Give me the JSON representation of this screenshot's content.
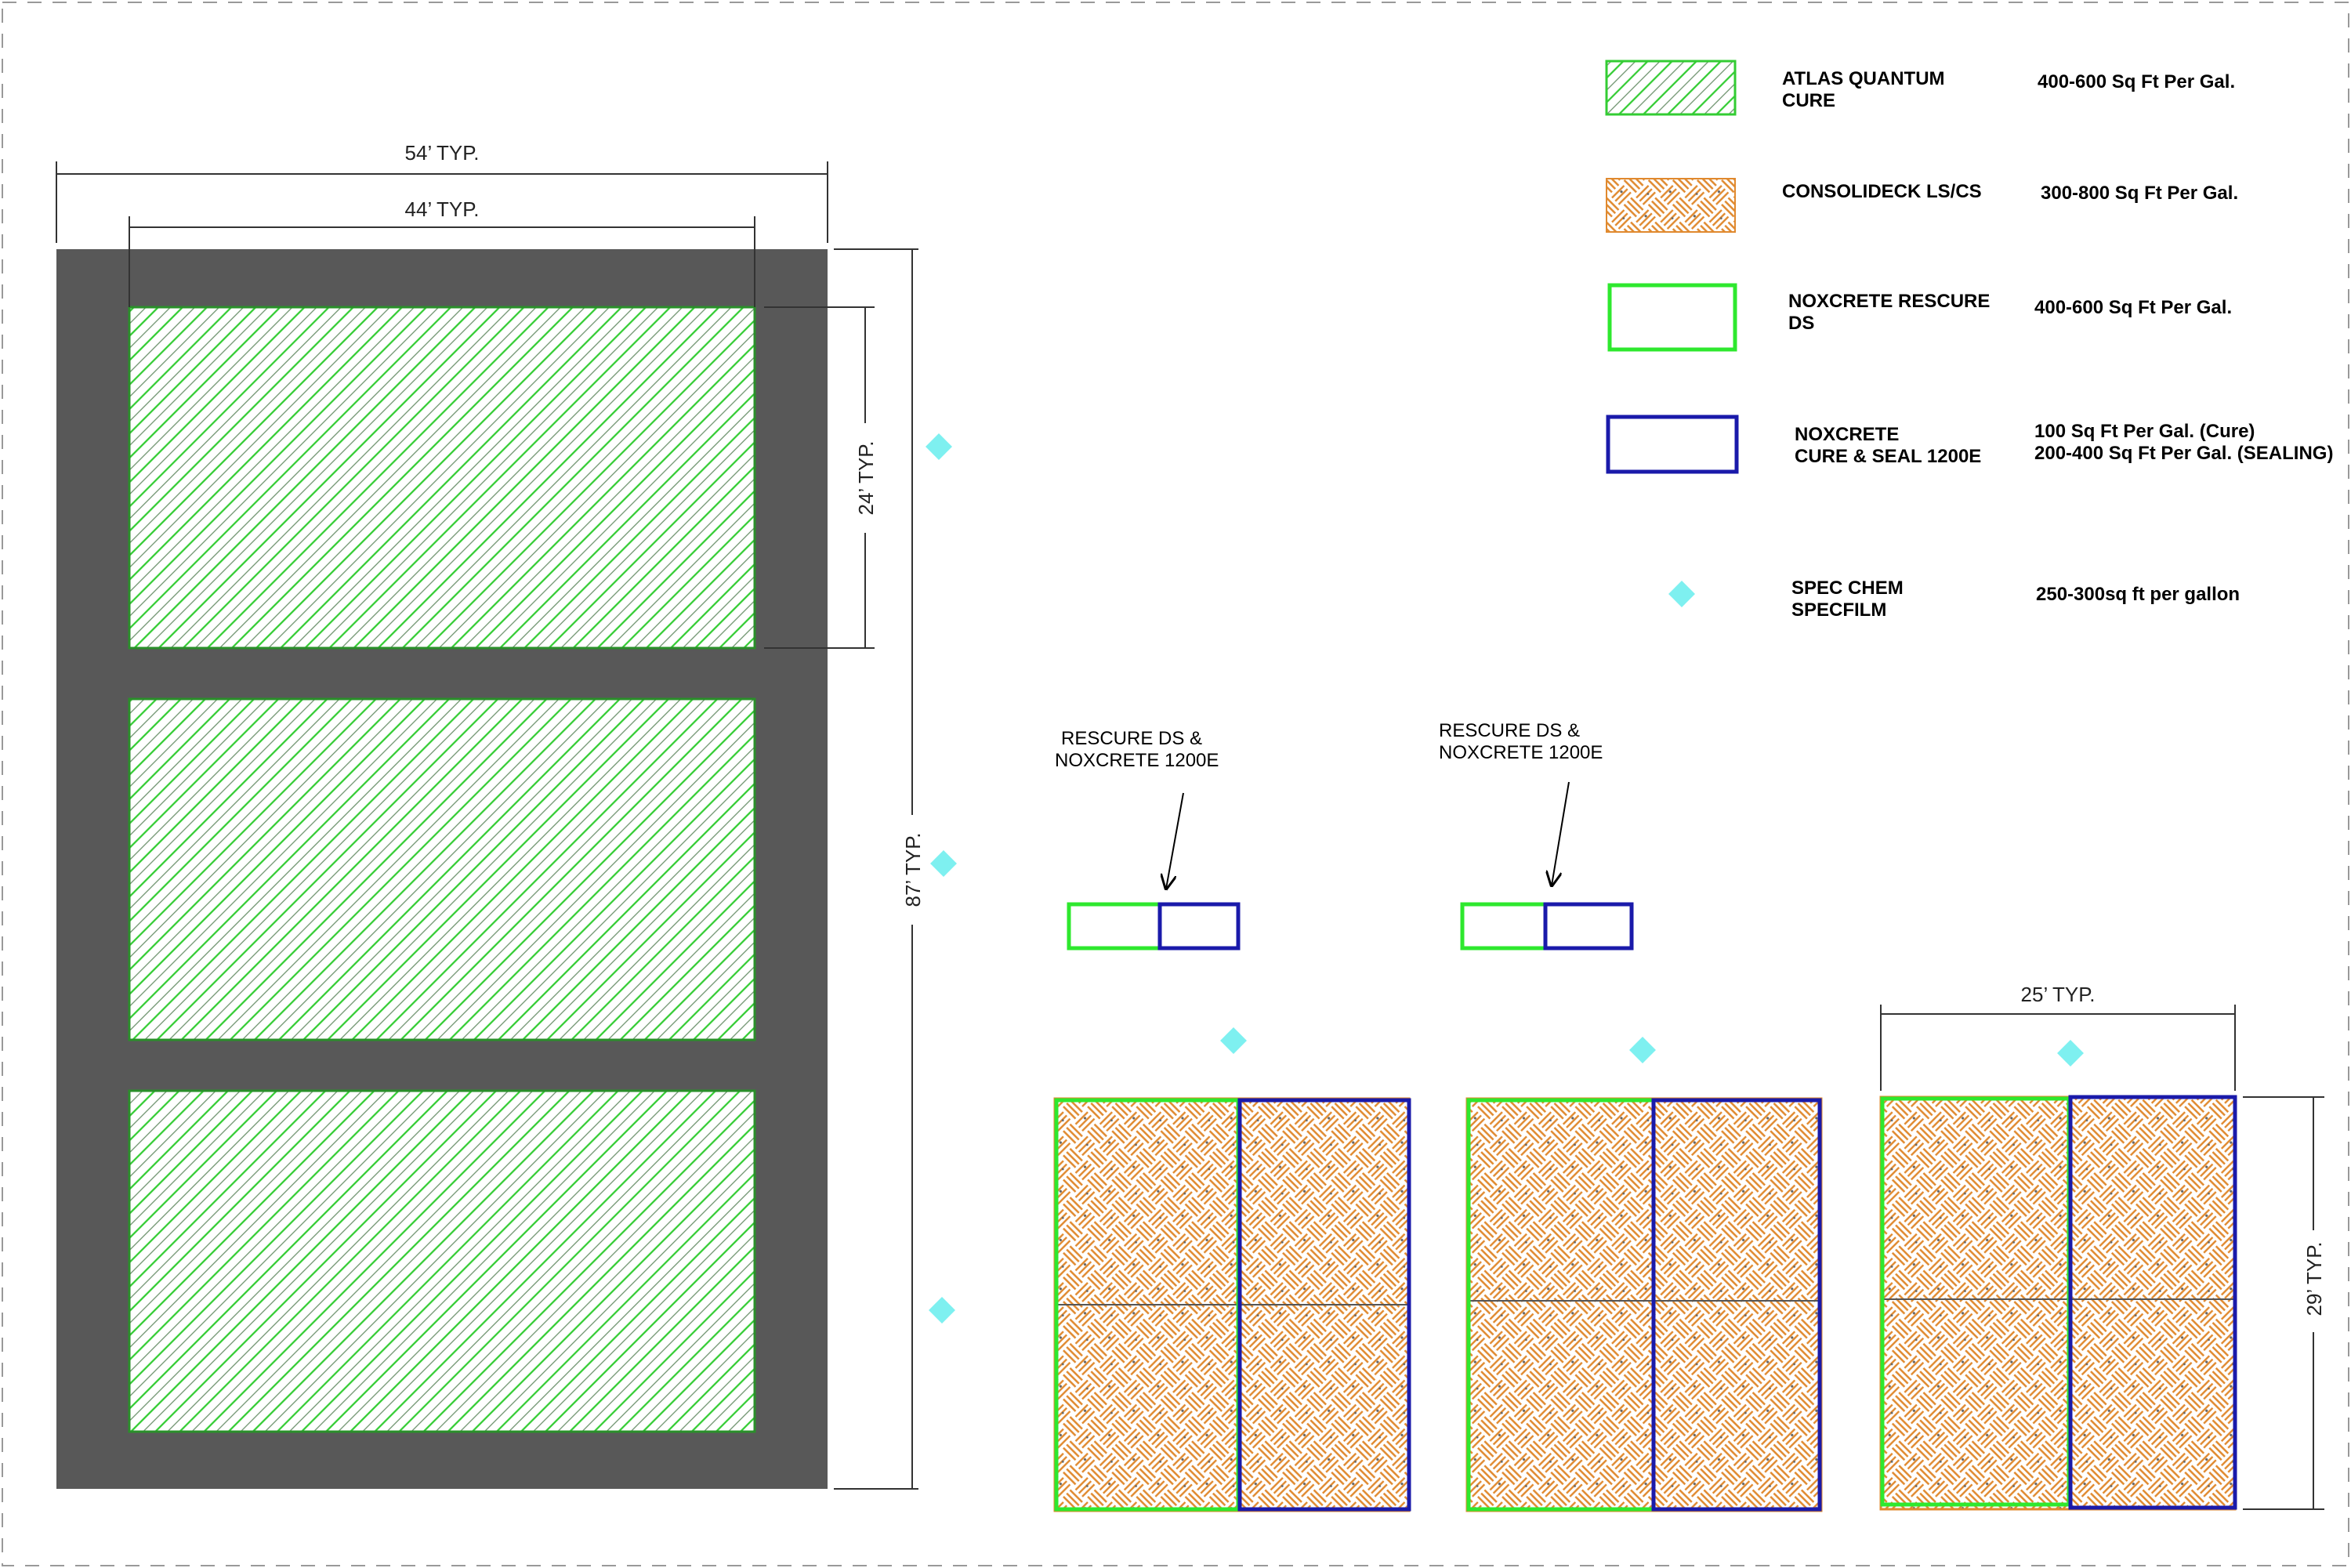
{
  "colors": {
    "slab_fill": "#585858",
    "cure_hatch": "#33cc33",
    "consolideck": "#e0892e",
    "rescue_outline": "#2ee82e",
    "cure_seal_outline": "#1a1aaa",
    "specfilm": "#7ef0f0",
    "dimension": "#333333"
  },
  "dimensions": {
    "overall_width": "54’ TYP.",
    "panel_width": "44’ TYP.",
    "panel_height": "24’ TYP.",
    "overall_height": "87’ TYP.",
    "bay_width": "25’ TYP.",
    "bay_height": "29’ TYP."
  },
  "legend": [
    {
      "swatch": "cure-hatch",
      "name_line1": "ATLAS QUANTUM",
      "name_line2": "CURE",
      "rate_line1": "400-600 Sq Ft Per Gal.",
      "rate_line2": ""
    },
    {
      "swatch": "consolideck-weave",
      "name_line1": "CONSOLIDECK LS/CS",
      "name_line2": "",
      "rate_line1": "300-800 Sq Ft Per Gal.",
      "rate_line2": ""
    },
    {
      "swatch": "green-outline",
      "name_line1": "NOXCRETE RESCURE",
      "name_line2": "DS",
      "rate_line1": "400-600 Sq Ft Per Gal.",
      "rate_line2": ""
    },
    {
      "swatch": "blue-outline",
      "name_line1": "NOXCRETE",
      "name_line2": "CURE & SEAL 1200E",
      "rate_line1": "100 Sq Ft Per Gal. (Cure)",
      "rate_line2": "200-400 Sq Ft Per Gal. (SEALING)"
    },
    {
      "swatch": "cyan-diamond",
      "name_line1": "SPEC CHEM",
      "name_line2": "SPECFILM",
      "rate_line1": "250-300sq ft per gallon",
      "rate_line2": ""
    }
  ],
  "callouts": [
    {
      "line1": "RESCURE DS &",
      "line2": "NOXCRETE 1200E"
    },
    {
      "line1": "RESCURE DS &",
      "line2": "NOXCRETE 1200E"
    }
  ]
}
